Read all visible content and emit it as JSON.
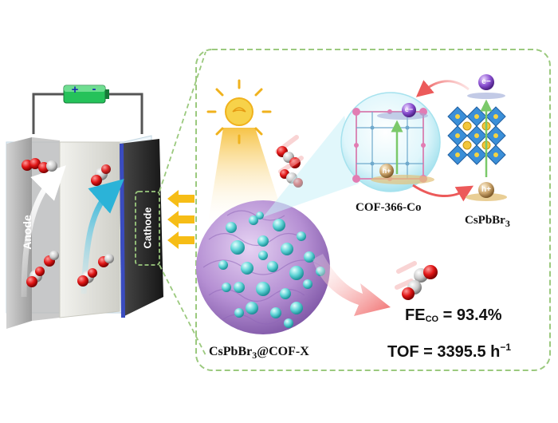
{
  "cell": {
    "anode_label": "Anode",
    "cathode_label": "Cathode",
    "battery": {
      "plus": "+",
      "minus": "-"
    }
  },
  "labels": {
    "cof_name": "COF-366-Co",
    "perovskite_base": "CsPbBr",
    "perovskite_sub": "3",
    "composite_base": "CsPbBr",
    "composite_sub": "3",
    "composite_suffix": "@COF-X"
  },
  "charges": {
    "electron": "e−",
    "hole": "h+"
  },
  "results": {
    "fe_prefix": "FE",
    "fe_sub": "CO",
    "fe_value": " = 93.4%",
    "tof_text": "TOF = 3395.5 h",
    "tof_exp": "−1"
  },
  "colors": {
    "frame_dash": "#9bc97e",
    "arrow_yellow": "#f6bd16",
    "sphere_purple": "#b58fd3",
    "dot_cyan": "#5fd4d6",
    "cathode_dark": "#2a2a2a",
    "perovskite_blue": "#3b8fd8",
    "red_arrow": "#ef7b7b"
  }
}
